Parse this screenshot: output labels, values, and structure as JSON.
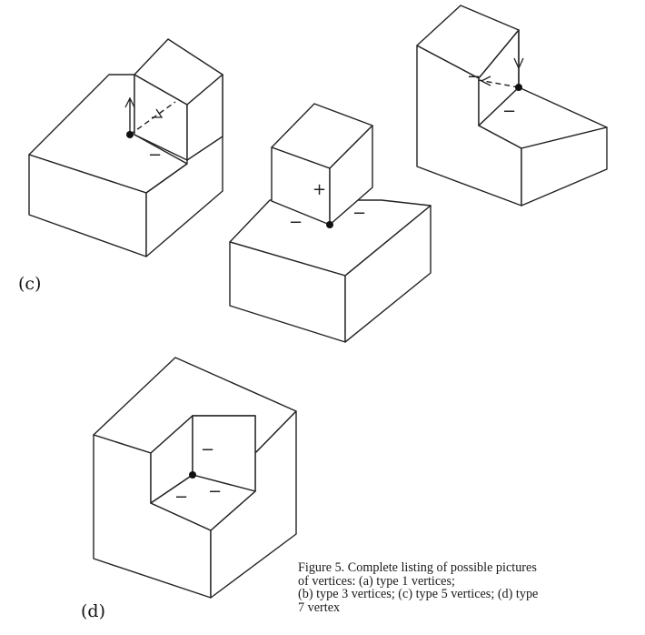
{
  "panels": {
    "c": {
      "label": "(c)"
    },
    "d": {
      "label": "(d)"
    }
  },
  "labels": {
    "minus": "−",
    "plus": "+"
  },
  "caption": {
    "lines": [
      "Figure 5. Complete listing of possible pictures",
      "of vertices: (a) type 1 vertices;",
      "(b) type 3 vertices; (c) type 5 vertices; (d) type",
      "7 vertex"
    ]
  },
  "colors": {
    "ink": "#222222",
    "background": "#ffffff"
  }
}
